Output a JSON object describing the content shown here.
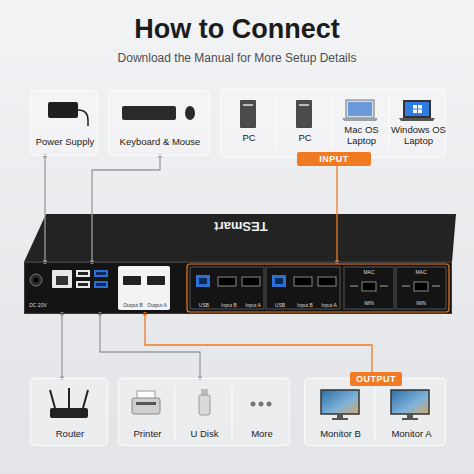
{
  "diagram": {
    "title": "How to Connect",
    "nodes": [
      {
        "text": [
          "Power Supply"
        ]
      },
      {
        "text": [
          "Keyboard & Mouse"
        ]
      },
      {
        "text": [
          "PC",
          "PC",
          "Mac OS Laptop",
          "Windows OS Laptop",
          "INPUT"
        ]
      },
      {
        "text": [
          "DC 20V",
          "Output B",
          "Output A",
          "USB",
          "Input B",
          "Input A",
          "USB",
          "Input B",
          "Input A",
          "MAC",
          "WIN",
          "MAC",
          "WIN"
        ]
      },
      {
        "text": [
          "Router"
        ]
      },
      {
        "text": [
          "Printer",
          "U Disk",
          "More"
        ]
      },
      {
        "text": [
          "OUTPUT",
          "Monitor B",
          "Monitor A"
        ]
      }
    ],
    "edges": [
      {
        "from": 0,
        "to": 3,
        "arrow": "none"
      },
      {
        "from": 1,
        "to": 3,
        "arrow": "none"
      },
      {
        "from": 2,
        "to": 3,
        "arrow": "none"
      },
      {
        "from": 3,
        "to": 4,
        "arrow": "none"
      },
      {
        "from": 3,
        "to": 5,
        "arrow": "none"
      },
      {
        "from": 3,
        "to": 6,
        "arrow": "none"
      }
    ],
    "labels": [
      "Download the Manual for More Setup Details",
      "TESmart"
    ]
  }
}
